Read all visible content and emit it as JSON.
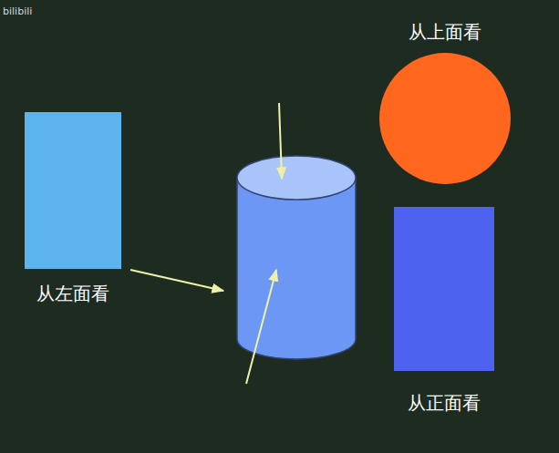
{
  "diagram": {
    "nodes": [
      {
        "text": [
          "从上面看"
        ]
      },
      {
        "text": [
          "从左面看"
        ]
      },
      {
        "text": [
          "从正面看"
        ]
      }
    ],
    "labels": [
      "bilibili"
    ]
  }
}
